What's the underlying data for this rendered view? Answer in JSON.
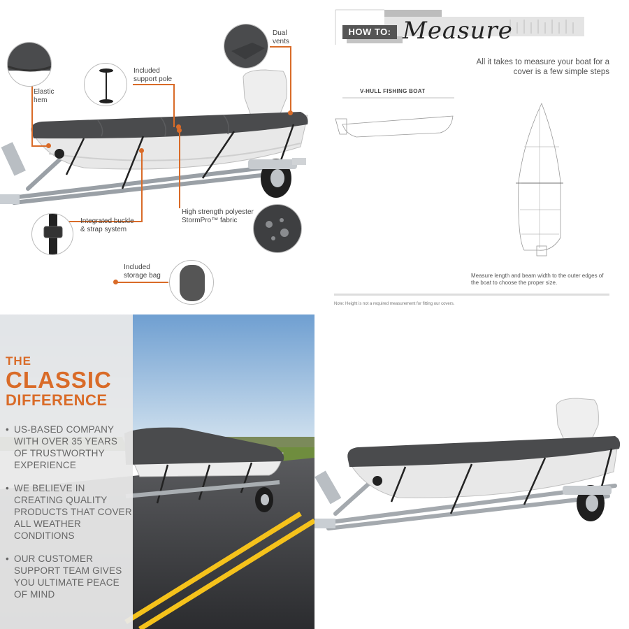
{
  "features": {
    "dual_vents": [
      "Dual",
      "vents"
    ],
    "elastic_hem": [
      "Elastic",
      "hem"
    ],
    "support_pole": [
      "Included",
      "support pole"
    ],
    "buckle_strap": [
      "Integrated buckle",
      "& strap system"
    ],
    "fabric": [
      "High strength polyester",
      "StormPro™ fabric"
    ],
    "storage_bag": [
      "Included",
      "storage bag"
    ]
  },
  "measure": {
    "badge": "HOW TO:",
    "title": "Measure",
    "intro": "All it takes to measure your boat for a cover is a few simple steps",
    "boat_type": "V-HULL FISHING BOAT",
    "instruction": "Measure length and beam width to the outer edges of the boat to choose the proper size.",
    "footnote": "Note: Height is not a required measurement for fitting our covers."
  },
  "classic": {
    "the": "THE",
    "classic": "CLASSIC",
    "difference": "DIFFERENCE",
    "bullets": [
      "US-BASED COMPANY WITH OVER 35 YEARS OF TRUSTWORTHY EXPERIENCE",
      "WE BELIEVE IN CREATING QUALITY PRODUCTS THAT COVER ALL WEATHER CONDITIONS",
      "OUR CUSTOMER SUPPORT TEAM GIVES YOU ULTIMATE PEACE OF MIND"
    ]
  },
  "colors": {
    "accent": "#d96b28",
    "cover": "#4a4b4d",
    "hull": "#e9e9e9"
  }
}
